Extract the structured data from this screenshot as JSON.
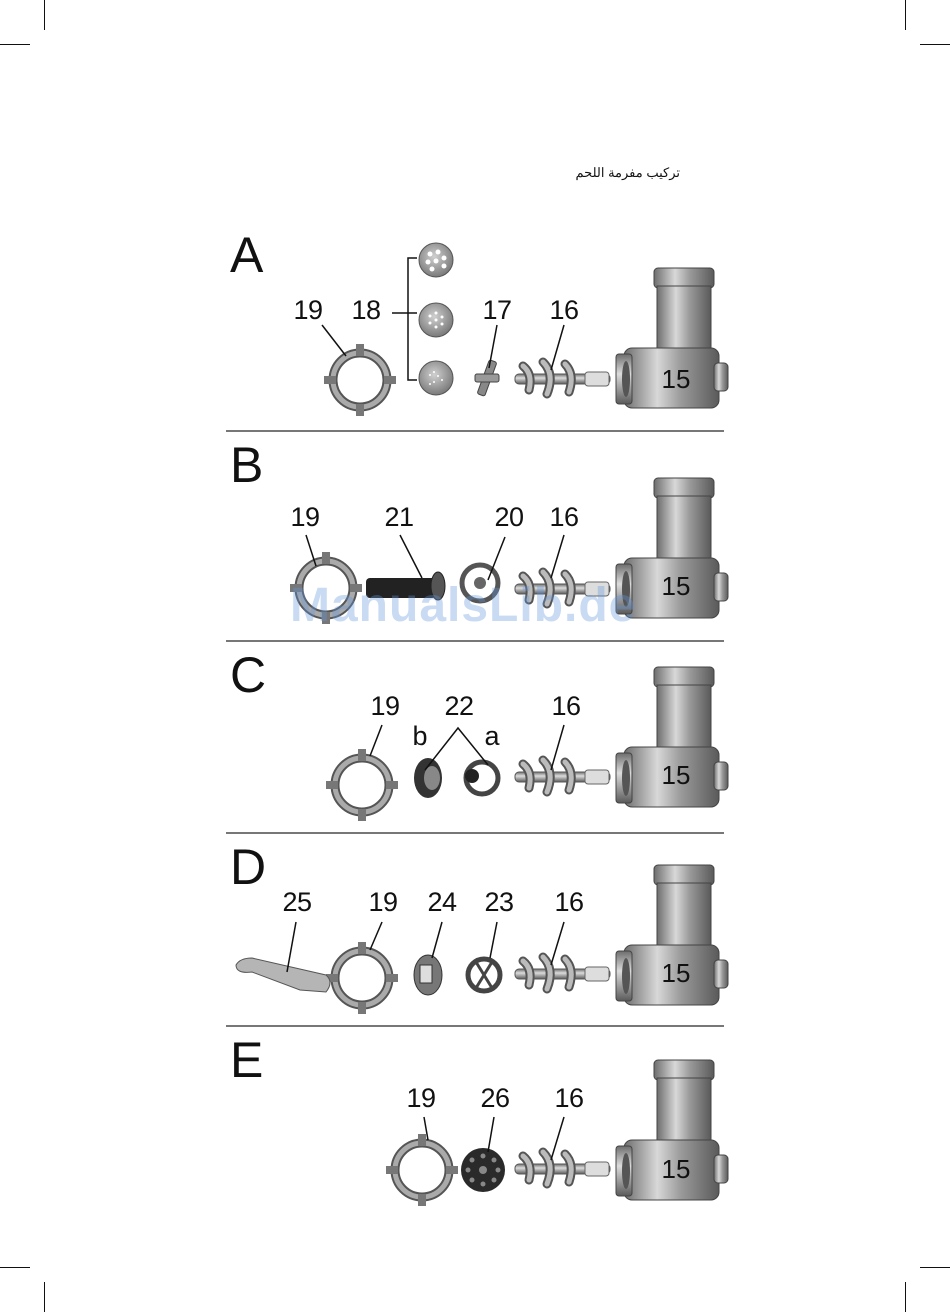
{
  "page": {
    "title": "تركيب مفرمة اللحم",
    "watermark": "ManualsLib.de"
  },
  "sections": [
    {
      "letter": "A",
      "labels": {
        "n19": "19",
        "n18": "18",
        "n17": "17",
        "n16": "16",
        "n15": "15"
      }
    },
    {
      "letter": "B",
      "labels": {
        "n19": "19",
        "n21": "21",
        "n20": "20",
        "n16": "16",
        "n15": "15"
      }
    },
    {
      "letter": "C",
      "labels": {
        "n19": "19",
        "n22": "22",
        "b": "b",
        "a": "a",
        "n16": "16",
        "n15": "15"
      }
    },
    {
      "letter": "D",
      "labels": {
        "n25": "25",
        "n19": "19",
        "n24": "24",
        "n23": "23",
        "n16": "16",
        "n15": "15"
      }
    },
    {
      "letter": "E",
      "labels": {
        "n19": "19",
        "n26": "26",
        "n16": "16",
        "n15": "15"
      }
    }
  ]
}
